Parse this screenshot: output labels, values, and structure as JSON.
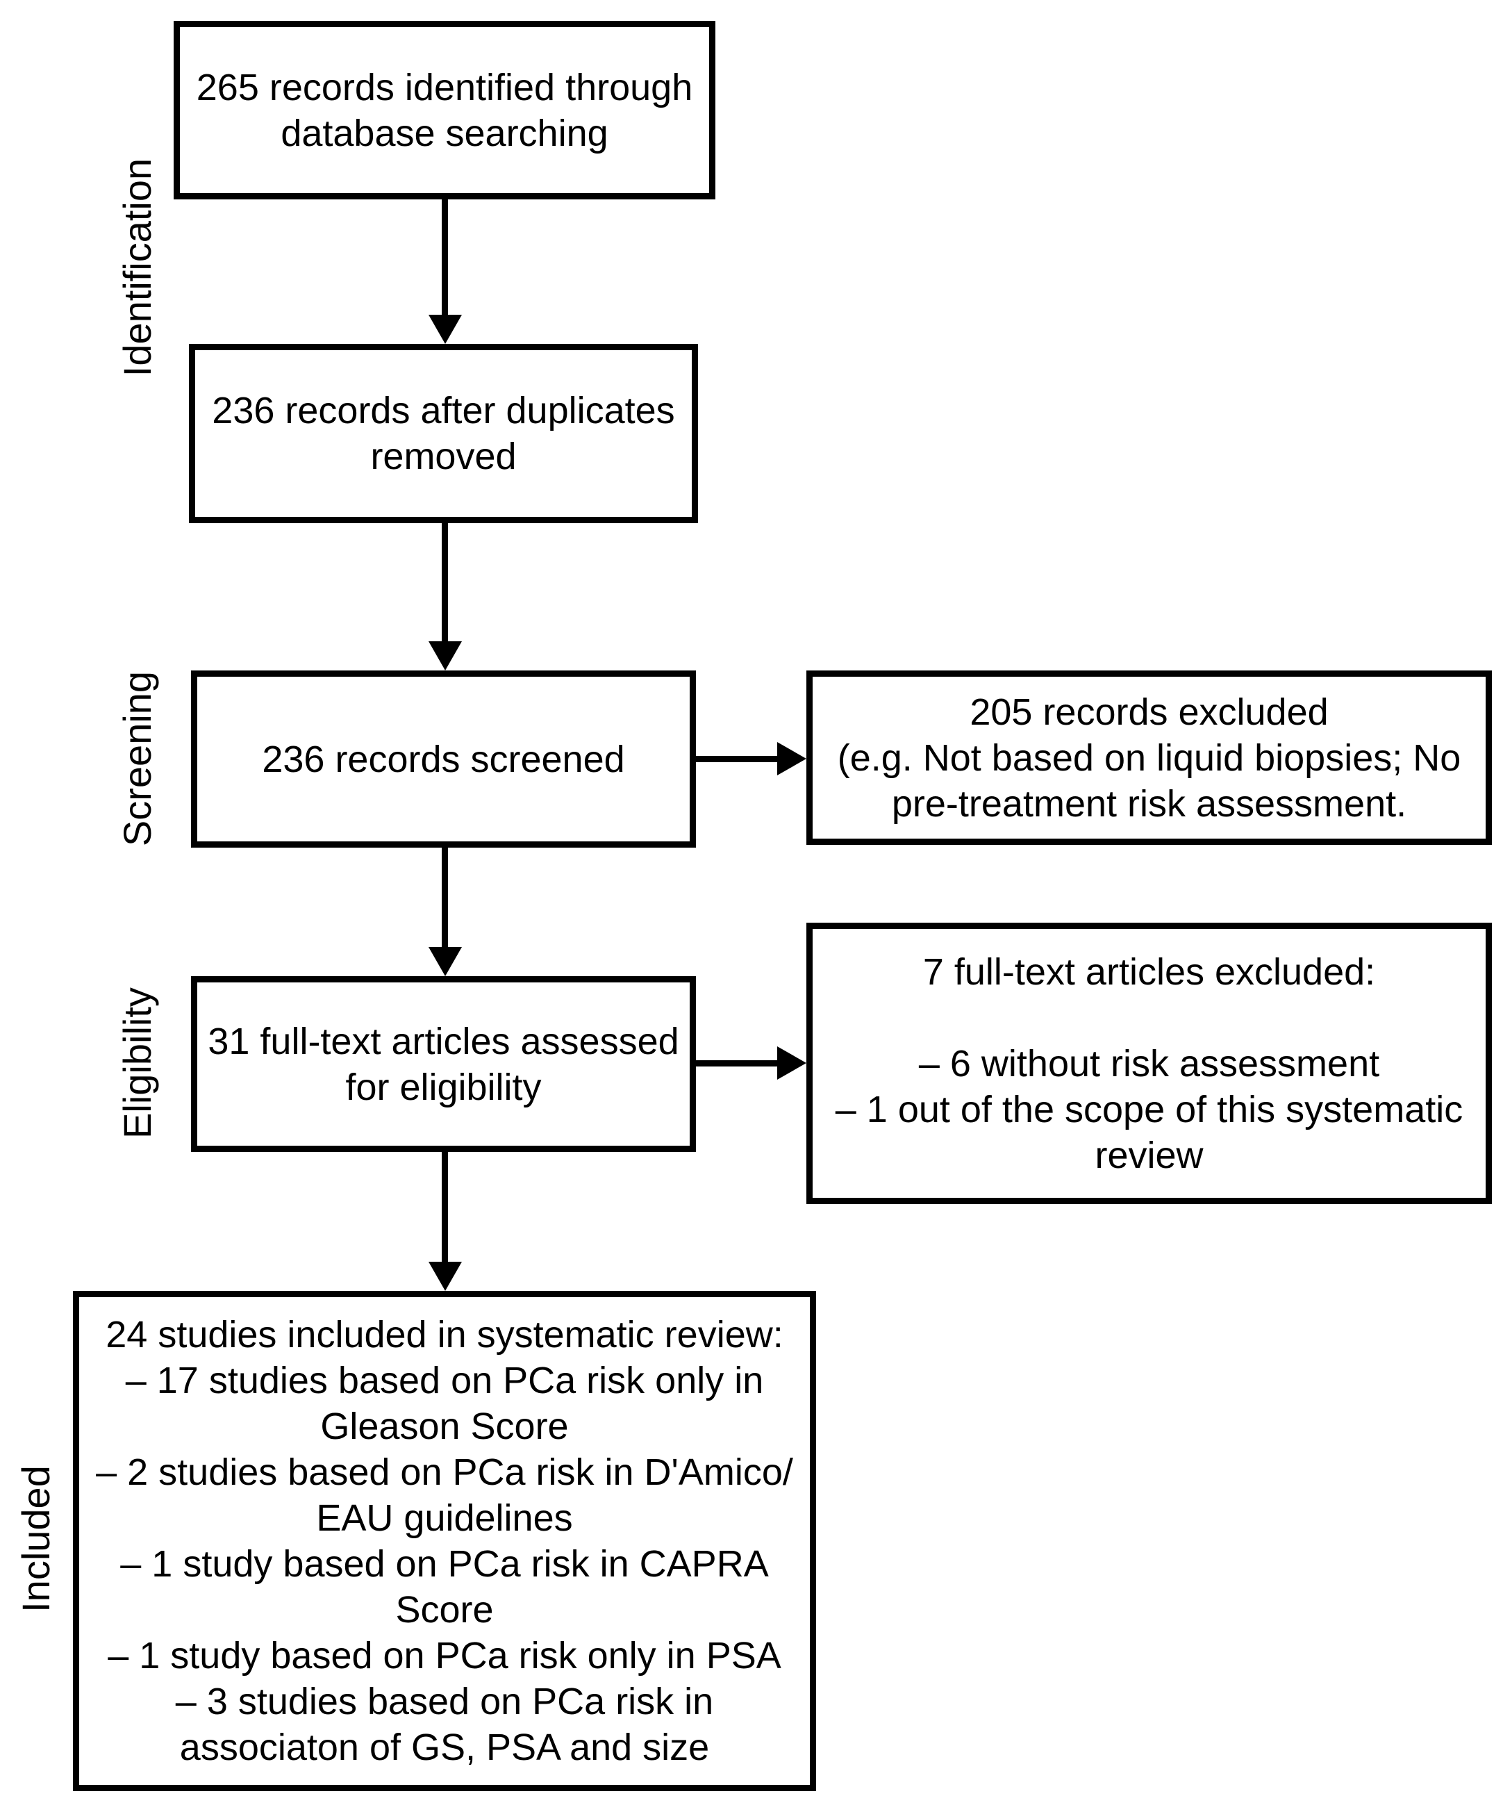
{
  "labels": {
    "identification": "Identification",
    "screening": "Screening",
    "eligibility": "Eligibility",
    "included": "Included"
  },
  "boxes": {
    "identified": "265 records identified through\ndatabase searching",
    "deduplicated": "236 records after duplicates\nremoved",
    "screened": "236 records screened",
    "records_excluded": "205 records excluded\n(e.g. Not based on liquid biopsies; No\npre-treatment risk assessment.",
    "fulltext_assessed": "31 full-text articles assessed\nfor eligibility",
    "fulltext_excluded": "7 full-text articles excluded:\n\n– 6 without risk assessment\n– 1 out of the scope of this systematic\nreview",
    "included_studies": "24 studies included in systematic review:\n– 17 studies based on PCa risk only in\nGleason Score\n– 2 studies based on PCa risk in D'Amico/\nEAU guidelines\n– 1 study based on PCa risk in CAPRA\nScore\n– 1 study based on PCa risk only in PSA\n– 3 studies based on PCa risk in\nassociaton of GS, PSA and size"
  },
  "colors": {
    "background": "#ffffff",
    "line": "#000000",
    "text": "#000000"
  }
}
